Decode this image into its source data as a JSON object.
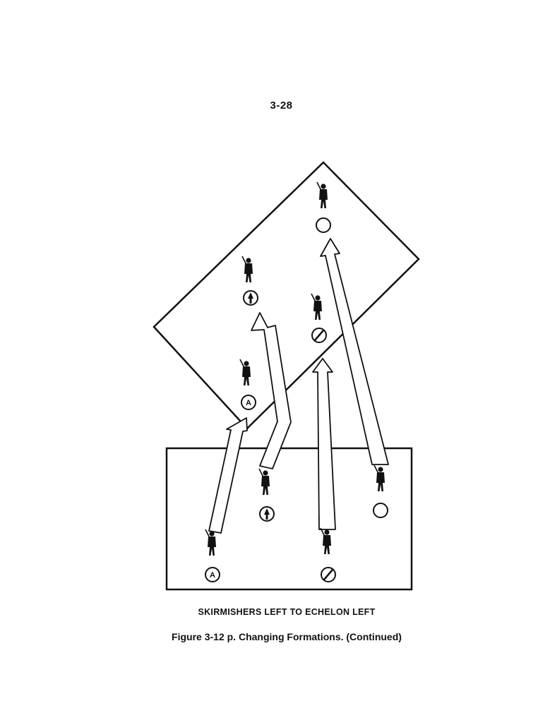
{
  "page": {
    "number": "3-28"
  },
  "figure": {
    "caption": "SKIRMISHERS LEFT TO ECHELON LEFT",
    "title": "Figure 3-12 p. Changing Formations. (Continued)"
  },
  "markers": {
    "alpha": "A"
  },
  "icons": {
    "soldier": "soldier-silhouette-icon",
    "marker_a": "circle-letter-a-icon",
    "marker_arrow": "circle-arrow-icon",
    "marker_slash": "circle-slash-icon",
    "marker_empty": "empty-circle-icon",
    "move_arrow": "hollow-arrow-icon"
  },
  "colors": {
    "ink": "#111111",
    "paper": "#ffffff"
  }
}
